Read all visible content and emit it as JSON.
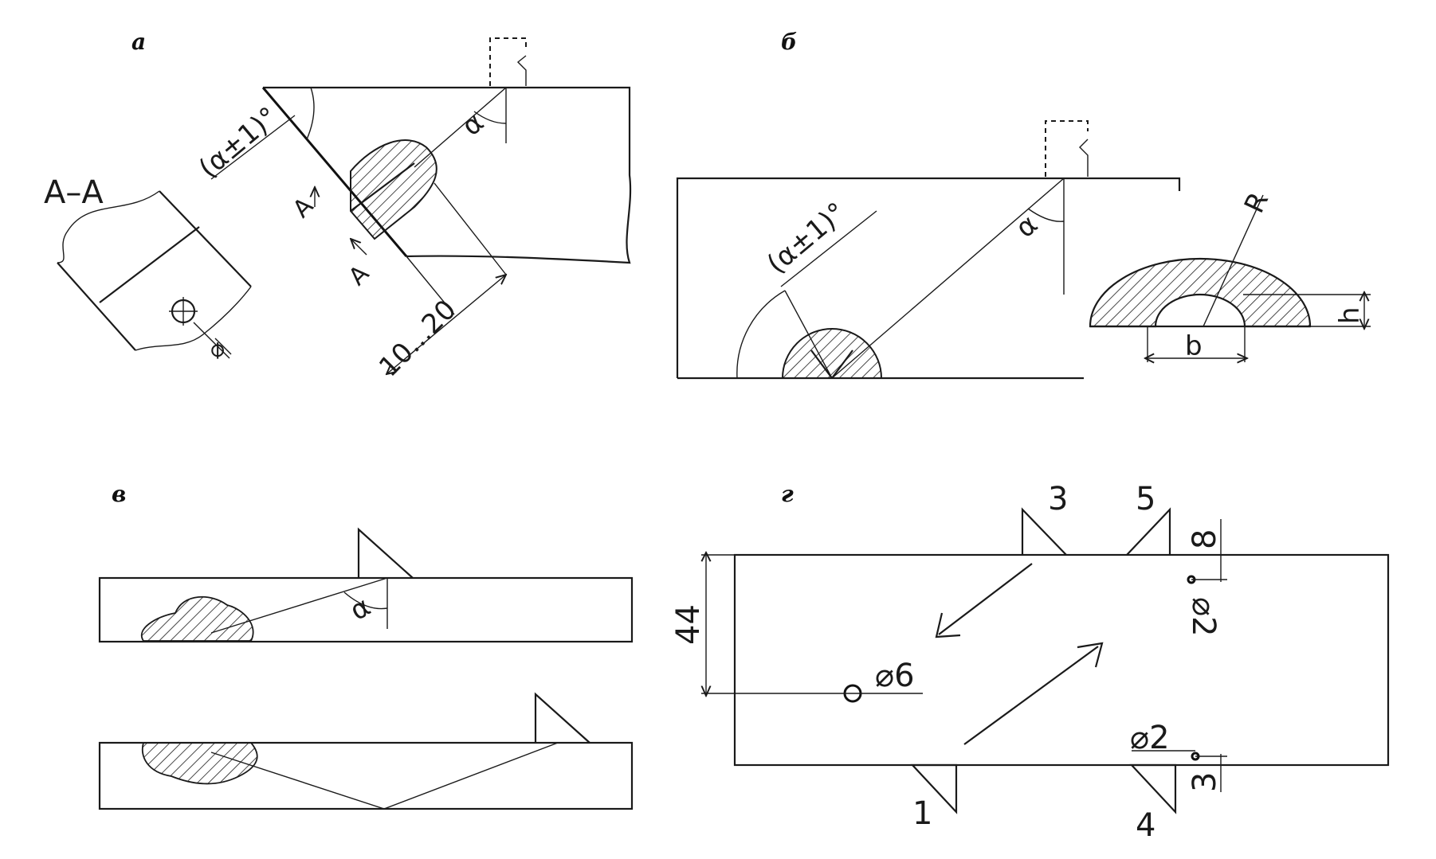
{
  "panels": {
    "a": {
      "label": "а",
      "section_label": "А–А",
      "angle_tolerance": "(α±1)°",
      "alpha": "α",
      "section_arrow_left": "А",
      "section_arrow_right": "А",
      "length_range": "10...20",
      "diameter": "⌀"
    },
    "b": {
      "label": "б",
      "angle_tolerance": "(α±1)°",
      "alpha": "α",
      "radius": "R",
      "width": "b",
      "height": "h"
    },
    "v": {
      "label": "в",
      "alpha": "α"
    },
    "g": {
      "label": "г",
      "height_dim": "44",
      "hole_large": "⌀6",
      "hole_small_top": "⌀2",
      "hole_small_bottom": "⌀2",
      "offset_top": "8",
      "offset_bottom": "3",
      "probe_1": "1",
      "probe_3": "3",
      "probe_4": "4",
      "probe_5": "5"
    }
  }
}
